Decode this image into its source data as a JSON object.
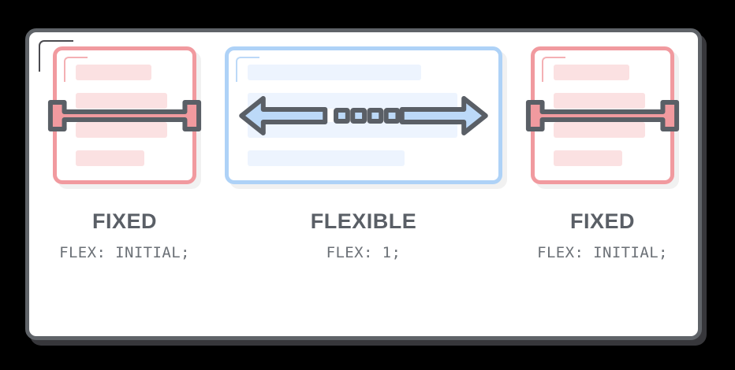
{
  "diagram": {
    "title_semantic": "flexbox-fixed-flexible-fixed-layout",
    "colors": {
      "frame_border": "#5f6368",
      "fixed_card_border": "#f19a9f",
      "fixed_line_fill": "#fbe1e2",
      "flexible_card_border": "#aed2f7",
      "flexible_line_fill": "#edf4fe",
      "marker_outline": "#5a5f66",
      "arrow_fill": "#bcd9f8",
      "ibeam_fill": "#f19a9f",
      "text": "#5a5f66"
    },
    "columns": [
      {
        "key": "left",
        "kind": "fixed",
        "title": "FIXED",
        "code": "FLEX: INITIAL;",
        "marker": "fixed-width-ibeam-icon",
        "lines": 4
      },
      {
        "key": "center",
        "kind": "flexible",
        "title": "FLEXIBLE",
        "code": "FLEX: 1;",
        "marker": "horizontal-double-arrow-icon",
        "dots": 4,
        "lines": 4
      },
      {
        "key": "right",
        "kind": "fixed",
        "title": "FIXED",
        "code": "FLEX: INITIAL;",
        "marker": "fixed-width-ibeam-icon",
        "lines": 4
      }
    ]
  }
}
